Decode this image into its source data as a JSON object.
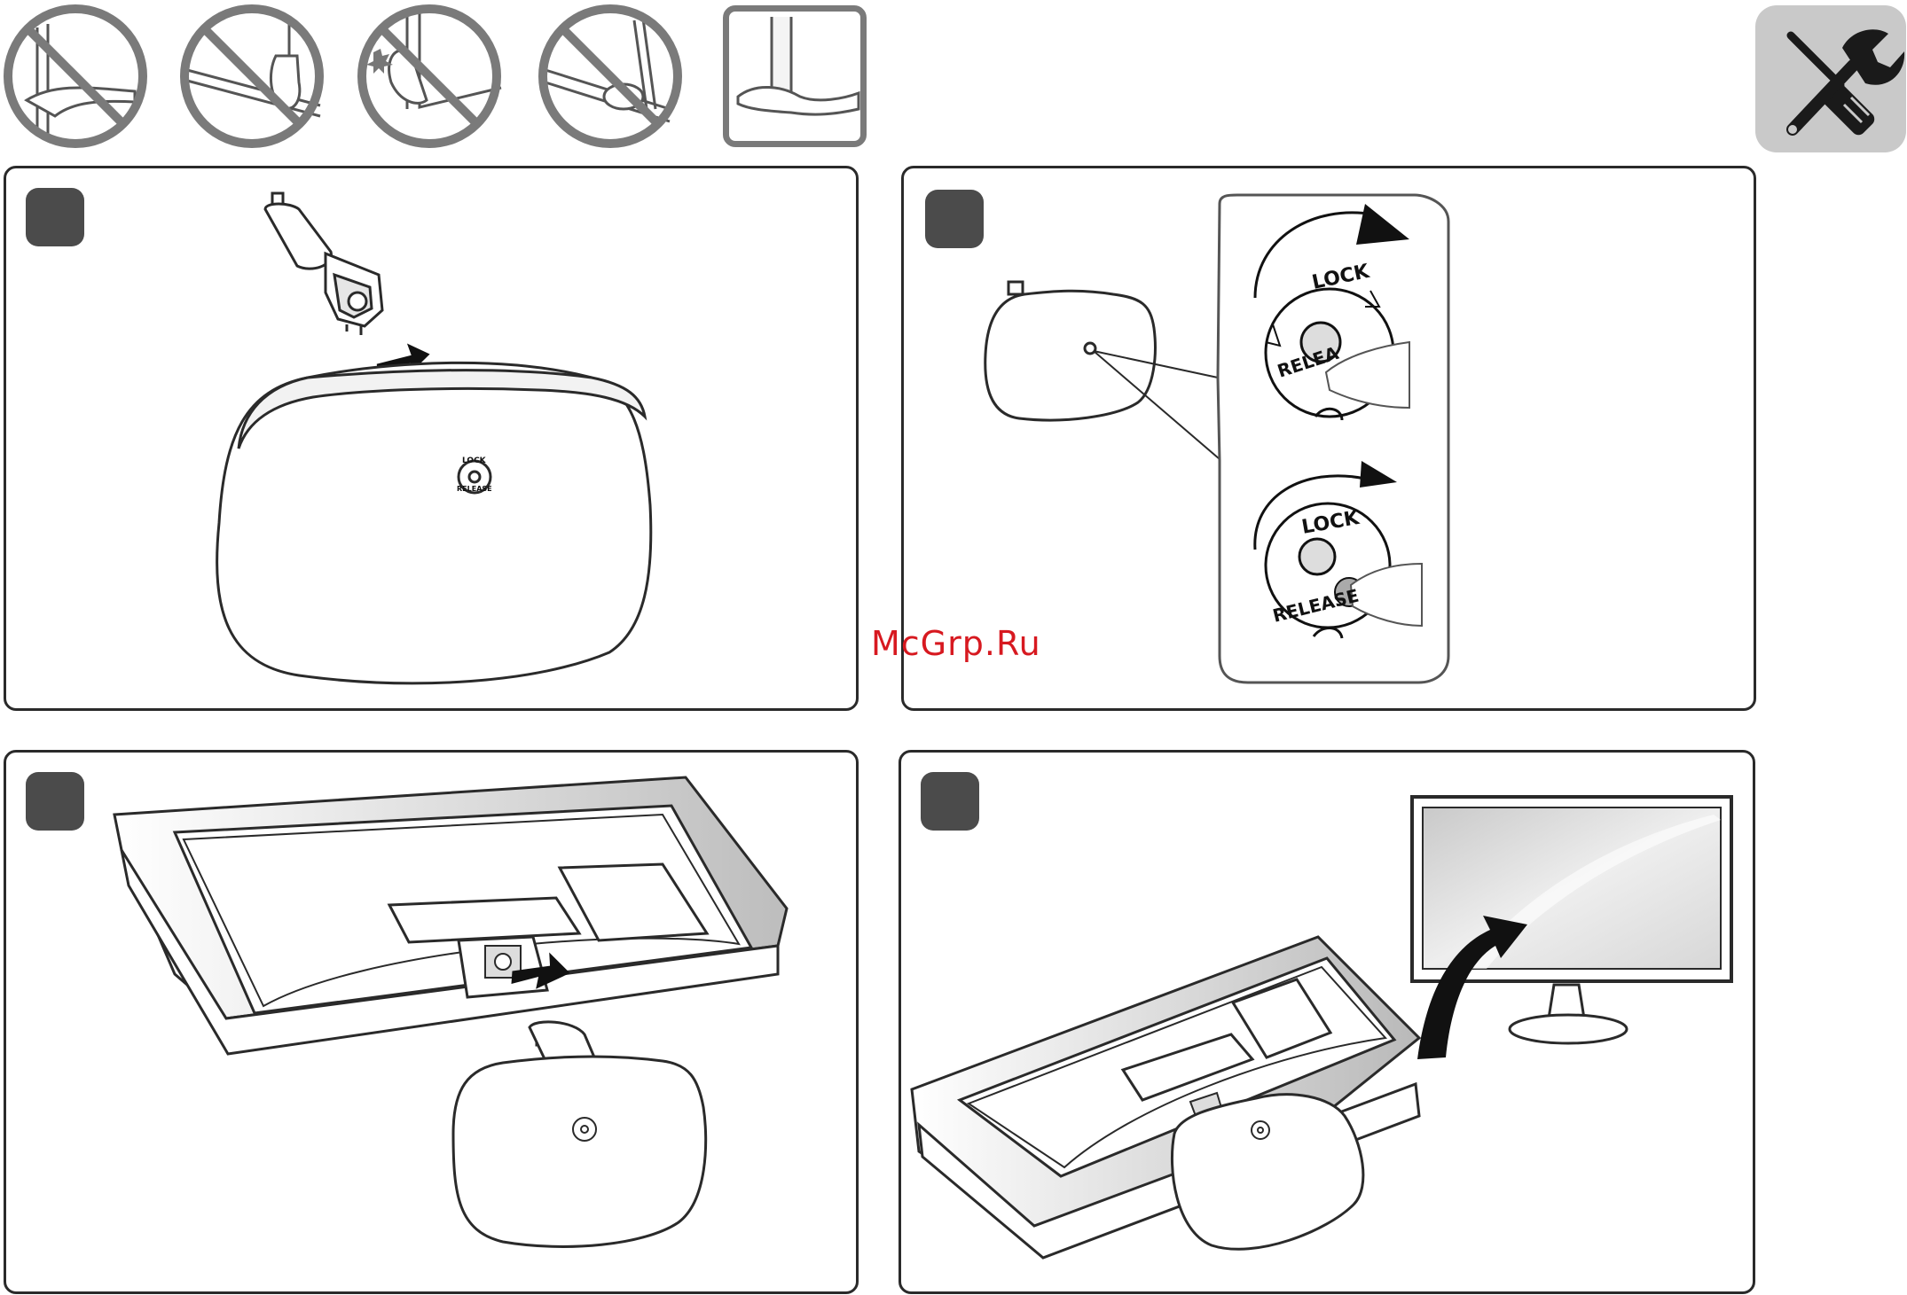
{
  "watermark": "McGrp.Ru",
  "icons": {
    "prohibited": "prohibition-circle-icon",
    "allowed": "allowed-handling-icon",
    "tools": "screwdriver-wrench-icon"
  },
  "dial": {
    "lock": "LOCK",
    "release_partial": "RELEA",
    "release_full": "RELEASE"
  },
  "small_dial": {
    "lock": "LOCK",
    "release": "RELEASE"
  },
  "colors": {
    "stroke": "#2a2a2a",
    "warning_gray": "#7a7a7a",
    "badge": "#4b4b4b",
    "tile": "#c9c9c9",
    "watermark": "#d71920"
  }
}
